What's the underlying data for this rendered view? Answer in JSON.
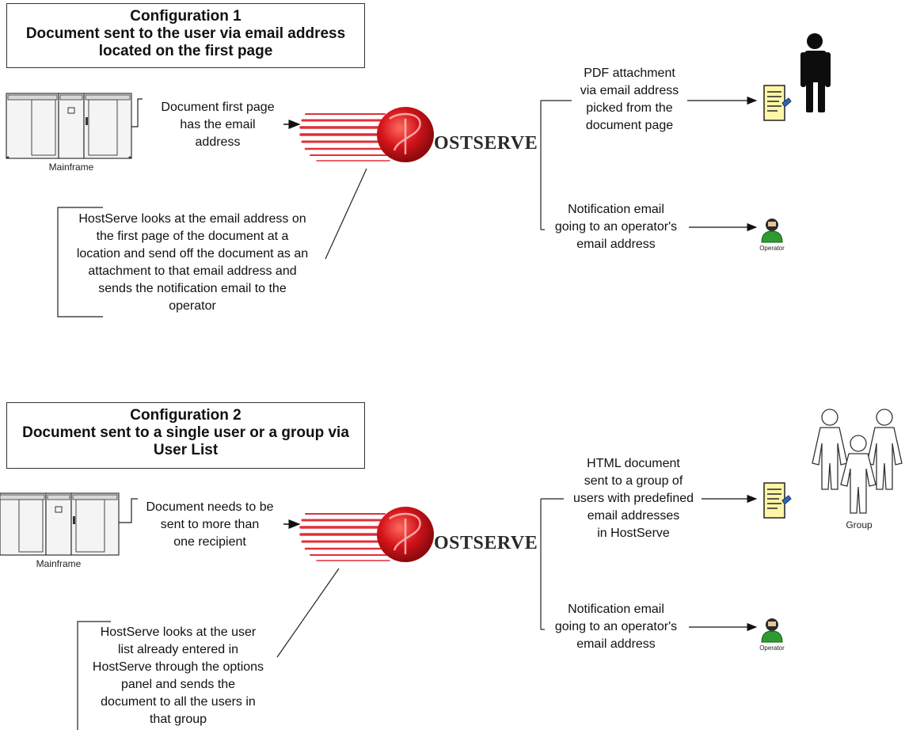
{
  "config1": {
    "title_line1": "Configuration 1",
    "title_line2": "Document sent to the user via email address",
    "title_line3": "located on the first page",
    "mainframe_label": "Mainframe",
    "source_text": [
      "Document first page",
      "has the email",
      "address"
    ],
    "logo_text": "OSTSERVE",
    "note_text": [
      "HostServe looks at the email address on",
      "the first page of the document at a",
      "location and send off the document as an",
      "attachment to that email address and",
      "sends the notification email to the",
      "operator"
    ],
    "branch1_text": [
      "PDF attachment",
      "via email address",
      "picked from the",
      "document page"
    ],
    "branch2_text": [
      "Notification email",
      "going to an operator's",
      "email address"
    ],
    "operator_label": "Operator"
  },
  "config2": {
    "title_line1": "Configuration 2",
    "title_line2": "Document sent to a single user or a group via",
    "title_line3": "User List",
    "mainframe_label": "Mainframe",
    "source_text": [
      "Document needs to be",
      "sent to more than",
      "one recipient"
    ],
    "logo_text": "OSTSERVE",
    "note_text": [
      "HostServe looks at the user",
      "list already entered in",
      "HostServe through the options",
      "panel and sends the",
      "document to all the users in",
      "that group"
    ],
    "branch1_text": [
      "HTML document",
      "sent to a group of",
      "users with predefined",
      "email addresses",
      "in HostServe"
    ],
    "branch2_text": [
      "Notification email",
      "going to an operator's",
      "email address"
    ],
    "operator_label": "Operator",
    "group_label": "Group"
  },
  "colors": {
    "logo_red": "#d4141a",
    "operator_green": "#2e9b2e",
    "document_yellow": "#fff6a8",
    "line": "#222222"
  }
}
